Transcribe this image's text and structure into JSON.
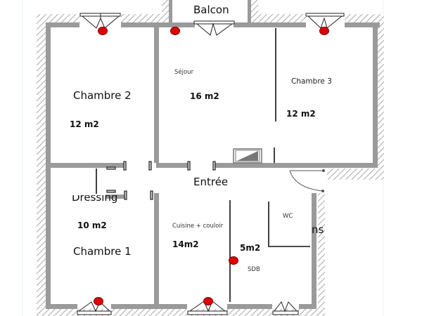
{
  "plan": {
    "colors": {
      "wall": "#9a9a9a",
      "hatch": "#b0b0b0",
      "sensor": "#e00000",
      "partition": "#000000",
      "background": "#ffffff"
    },
    "rooms": [
      {
        "id": "balcon",
        "name": "Balcon"
      },
      {
        "id": "chambre2",
        "name": "Chambre 2",
        "area": "12 m2"
      },
      {
        "id": "sejour",
        "name": "Séjour",
        "area": "16 m2"
      },
      {
        "id": "chambre3",
        "name": "Chambre 3",
        "area": "12 m2"
      },
      {
        "id": "entree",
        "name": "Entrée"
      },
      {
        "id": "dressing",
        "name": "Dressing"
      },
      {
        "id": "chambre1",
        "name": "Chambre 1",
        "area": "10 m2"
      },
      {
        "id": "cuisine",
        "name": "Cuisine + couloir",
        "area": "14m2"
      },
      {
        "id": "sdb",
        "name": "SDB",
        "area": "5m2"
      },
      {
        "id": "wc",
        "name": "WC"
      },
      {
        "id": "fragment",
        "name": "ns"
      }
    ],
    "icons": {
      "sensor": "red-sensor-dot",
      "window": "window-symbol",
      "radiator": "radiator-symbol",
      "door": "door-swing"
    }
  }
}
